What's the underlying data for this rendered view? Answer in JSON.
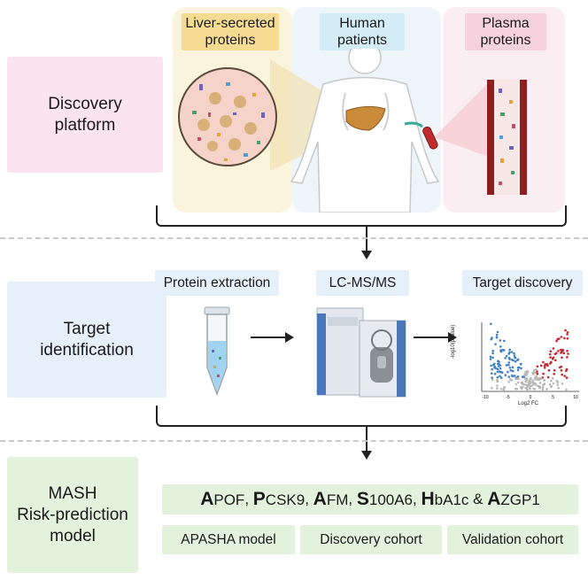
{
  "colors": {
    "pink_panel": "#fbe4f0",
    "blue_panel": "#e6f0fa",
    "green_panel": "#e3f2dd",
    "liver_bg": "#fbf4dd",
    "liver_tag": "#f6dc92",
    "human_bg": "#eef5f9",
    "human_tag": "#d3ecf6",
    "plasma_bg": "#fbeef2",
    "plasma_tag": "#f6d2de",
    "vessel": "#8e1f1f",
    "volcano_red": "#c0262b",
    "volcano_blue": "#3f7fc4"
  },
  "discovery": {
    "label": "Discovery\nplatform",
    "liver_tag": "Liver-secreted\nproteins",
    "human_tag": "Human\npatients",
    "plasma_tag": "Plasma\nproteins"
  },
  "target": {
    "label": "Target\nidentification",
    "step1": "Protein extraction",
    "step2": "LC-MS/MS",
    "step3": "Target discovery",
    "volcano": {
      "ylabel": "-log10(pvalue)",
      "xlabel": "Log2 FC",
      "xticks": [
        "-10",
        "-5",
        "0",
        "5",
        "10"
      ]
    }
  },
  "mash": {
    "label": "MASH\nRisk-prediction\nmodel",
    "proteins": [
      {
        "first": "A",
        "rest": "POF"
      },
      {
        "first": "P",
        "rest": "CSK9"
      },
      {
        "first": "A",
        "rest": "FM"
      },
      {
        "first": "S",
        "rest": "100A6"
      },
      {
        "first": "H",
        "rest": "bA1c"
      },
      {
        "first": "A",
        "rest": "ZGP1"
      }
    ],
    "box1": "APASHA model",
    "box2": "Discovery cohort",
    "box3": "Validation cohort"
  }
}
